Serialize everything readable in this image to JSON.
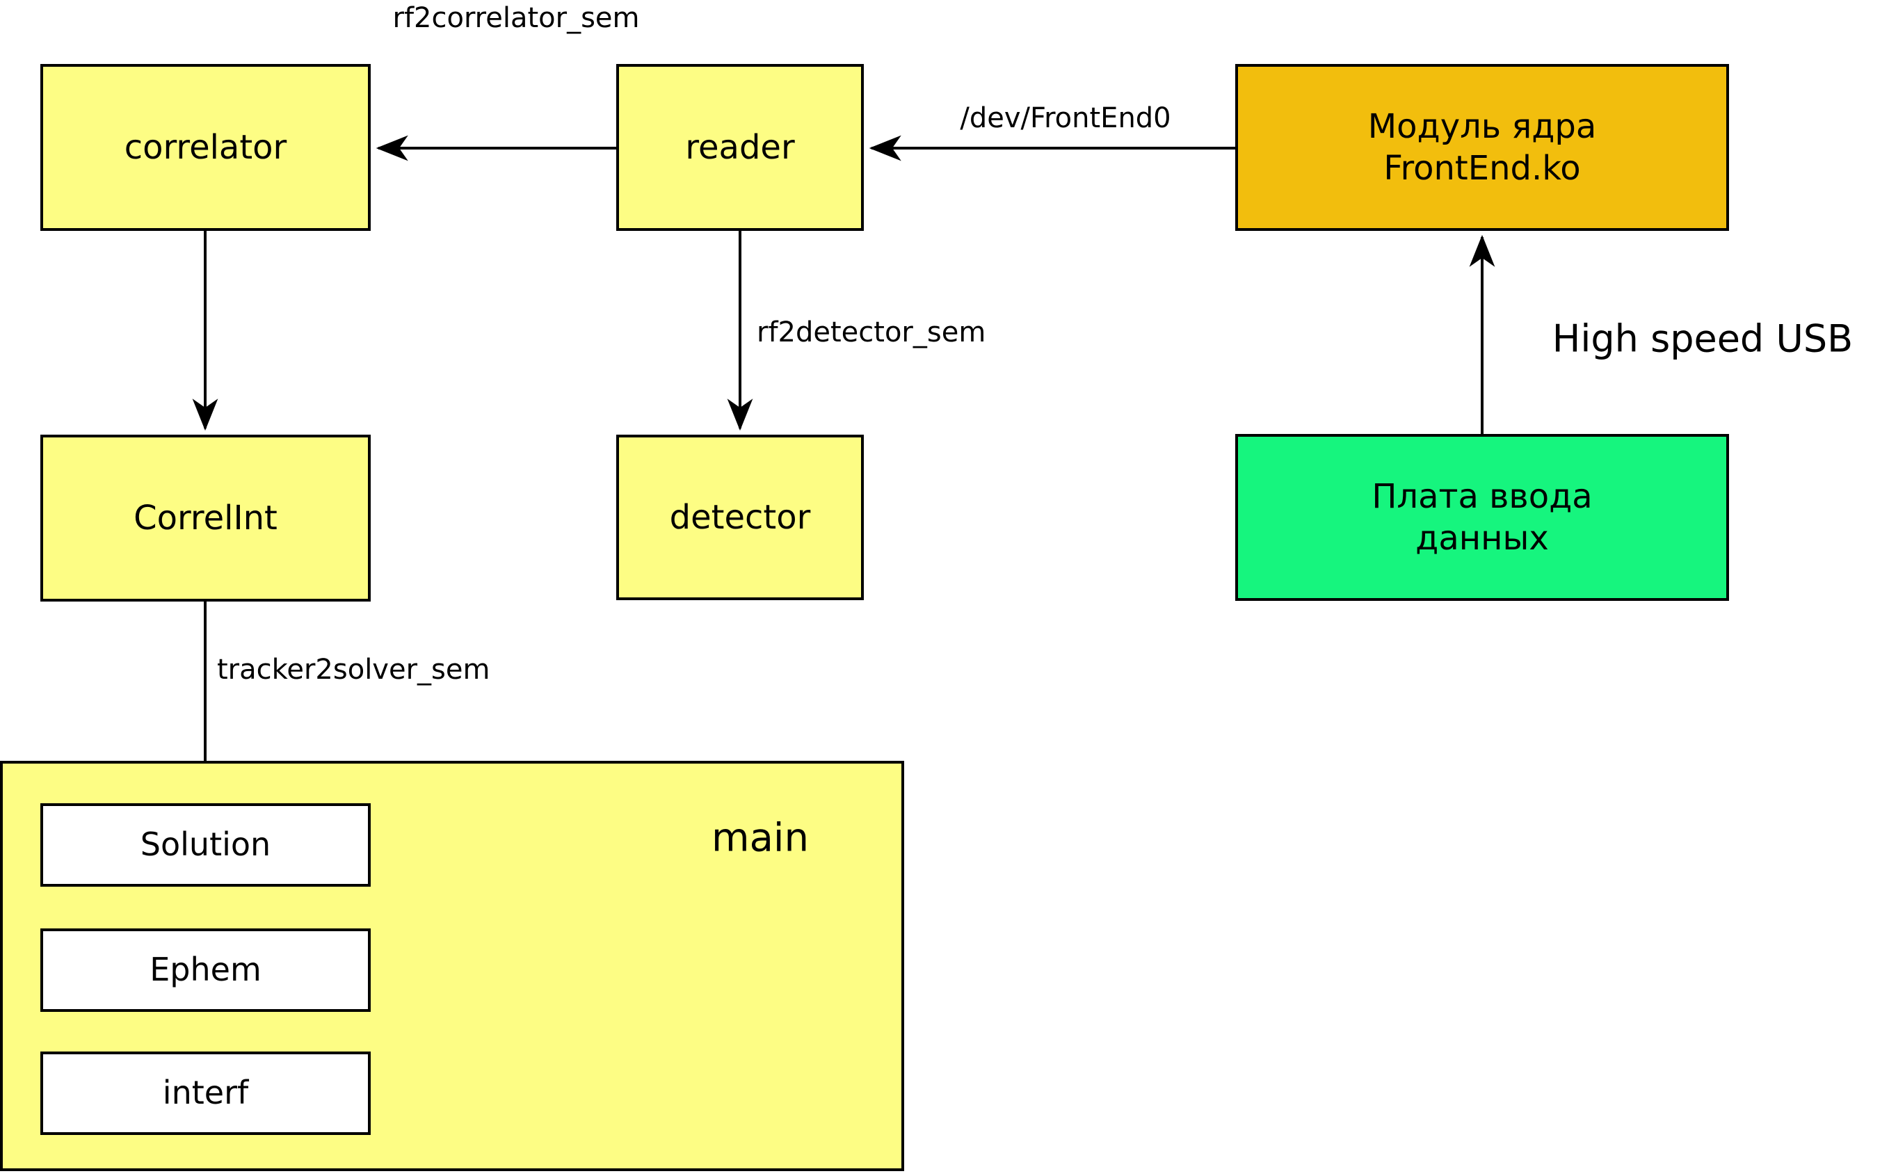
{
  "diagram": {
    "boxes": {
      "correlator": {
        "label": "correlator"
      },
      "reader": {
        "label": "reader"
      },
      "kernel_module": {
        "label_line1": "Модуль ядра",
        "label_line2": "FrontEnd.ko"
      },
      "correlint": {
        "label": "CorrelInt"
      },
      "detector": {
        "label": "detector"
      },
      "input_board": {
        "label_line1": "Плата ввода",
        "label_line2": "данных"
      },
      "main": {
        "label": "main"
      },
      "solution": {
        "label": "Solution"
      },
      "ephem": {
        "label": "Ephem"
      },
      "interf": {
        "label": "interf"
      }
    },
    "edge_labels": {
      "rf2correlator": "rf2correlator_sem",
      "dev_frontend": "/dev/FrontEnd0",
      "rf2detector": "rf2detector_sem",
      "tracker2solver": "tracker2solver_sem",
      "usb": "High speed USB"
    },
    "colors": {
      "module_fill": "#FDFD84",
      "kernel_fill": "#F2BE0D",
      "board_fill": "#16F57E",
      "inner_fill": "#FFFFFF",
      "line": "#000000"
    }
  }
}
